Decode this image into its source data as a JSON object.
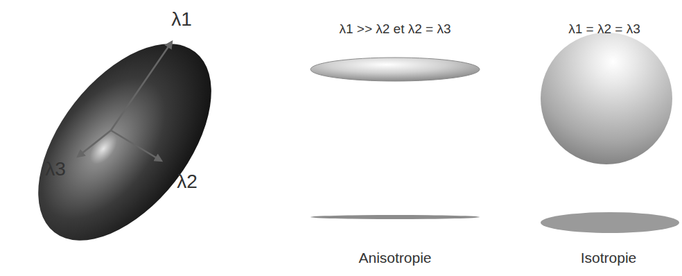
{
  "diagram": {
    "labels": [
      "λ1",
      "λ3",
      "λ2",
      "λ1 >> λ2 et λ2 = λ3",
      "λ1 = λ2 = λ3",
      "Anisotropie",
      "Isotropie"
    ]
  }
}
